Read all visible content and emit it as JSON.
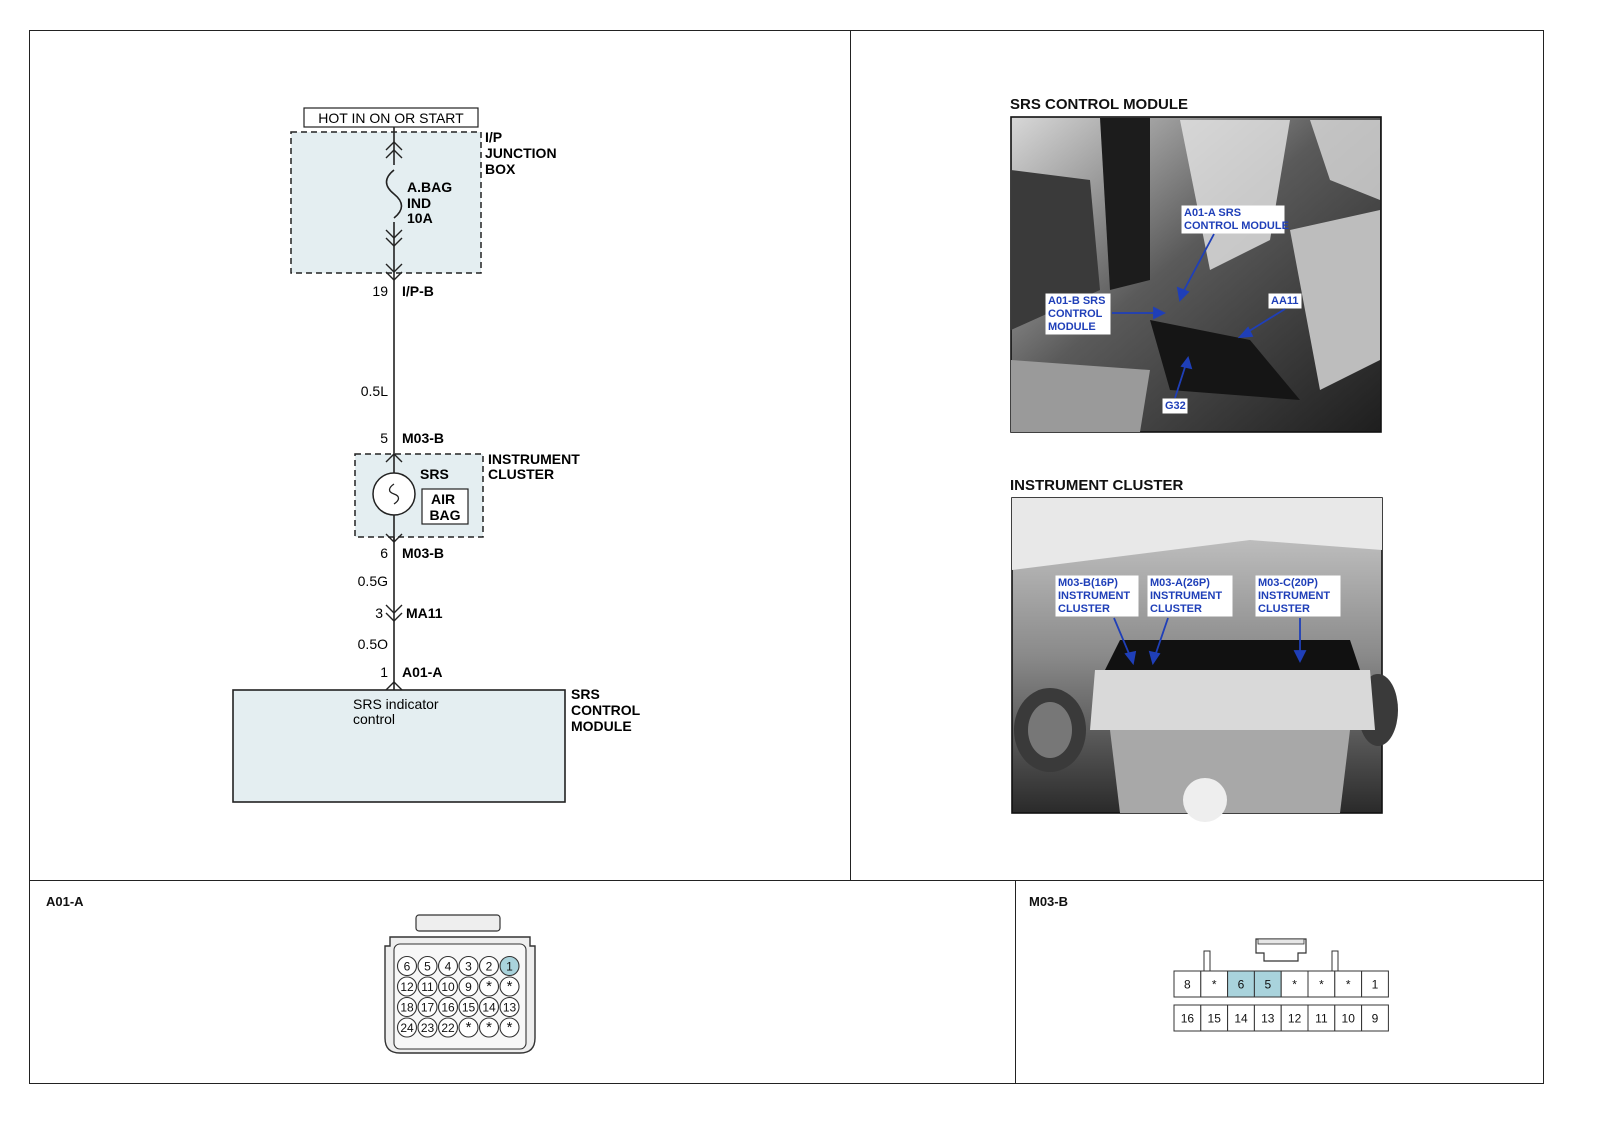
{
  "schematic": {
    "power_label": "HOT IN ON OR START",
    "junction_box": {
      "name_lines": [
        "I/P",
        "JUNCTION",
        "BOX"
      ],
      "fuse_lines": [
        "A.BAG",
        "IND",
        "10A"
      ]
    },
    "connector_ipb": {
      "pin": "19",
      "name": "I/P-B"
    },
    "wire_1": "0.5L",
    "connector_m03b_top": {
      "pin": "5",
      "name": "M03-B"
    },
    "cluster": {
      "name_lines": [
        "INSTRUMENT",
        "CLUSTER"
      ],
      "lamp": "SRS",
      "badge_lines": [
        "AIR",
        "BAG"
      ]
    },
    "connector_m03b_bottom": {
      "pin": "6",
      "name": "M03-B"
    },
    "wire_2": "0.5G",
    "connector_ma11": {
      "pin": "3",
      "name": "MA11"
    },
    "wire_3": "0.5O",
    "connector_a01a": {
      "pin": "1",
      "name": "A01-A"
    },
    "module": {
      "name_lines": [
        "SRS",
        "CONTROL",
        "MODULE"
      ],
      "inner_lines": [
        "SRS indicator",
        "control"
      ]
    }
  },
  "photos": {
    "srs": {
      "title": "SRS CONTROL MODULE",
      "callout_a01a": [
        "A01-A SRS",
        "CONTROL MODULE"
      ],
      "callout_a01b": [
        "A01-B SRS",
        "CONTROL",
        "MODULE"
      ],
      "callout_aa11": [
        "AA11"
      ],
      "callout_g32": [
        "G32"
      ]
    },
    "cluster": {
      "title": "INSTRUMENT CLUSTER",
      "callout_b": [
        "M03-B(16P)",
        "INSTRUMENT",
        "CLUSTER"
      ],
      "callout_a": [
        "M03-A(26P)",
        "INSTRUMENT",
        "CLUSTER"
      ],
      "callout_c": [
        "M03-C(20P)",
        "INSTRUMENT",
        "CLUSTER"
      ]
    }
  },
  "connector_a01a": {
    "title": "A01-A",
    "rows": [
      [
        "6",
        "5",
        "4",
        "3",
        "2",
        "1"
      ],
      [
        "12",
        "11",
        "10",
        "9",
        "*",
        "*"
      ],
      [
        "18",
        "17",
        "16",
        "15",
        "14",
        "13"
      ],
      [
        "24",
        "23",
        "22",
        "*",
        "*",
        "*"
      ]
    ],
    "highlight": [
      "1"
    ]
  },
  "connector_m03b": {
    "title": "M03-B",
    "rows": [
      [
        "8",
        "*",
        "6",
        "5",
        "*",
        "*",
        "*",
        "1"
      ],
      [
        "16",
        "15",
        "14",
        "13",
        "12",
        "11",
        "10",
        "9"
      ]
    ],
    "highlight": [
      "6",
      "5"
    ]
  },
  "colors": {
    "box_fill": "#e4eef1",
    "highlight_fill": "#a9d3dc",
    "callout_text": "#1f3fb8",
    "line": "#222222"
  }
}
